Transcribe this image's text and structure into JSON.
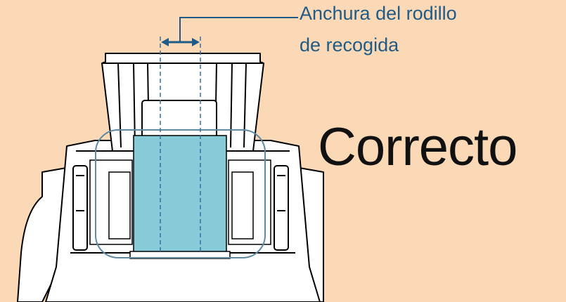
{
  "callout": {
    "line1": "Anchura del rodillo",
    "line2": "de recogida"
  },
  "status_text": "Correcto",
  "colors": {
    "background": "#fbd9b6",
    "scanner_body": "#ffffff",
    "scanner_outline": "#000000",
    "paper": "#87cbd9",
    "guide_line": "#3a6ea5",
    "highlight_outline": "#5f8aa1",
    "callout_text": "#1f5b86"
  },
  "icons": [
    "width-arrow-icon"
  ]
}
